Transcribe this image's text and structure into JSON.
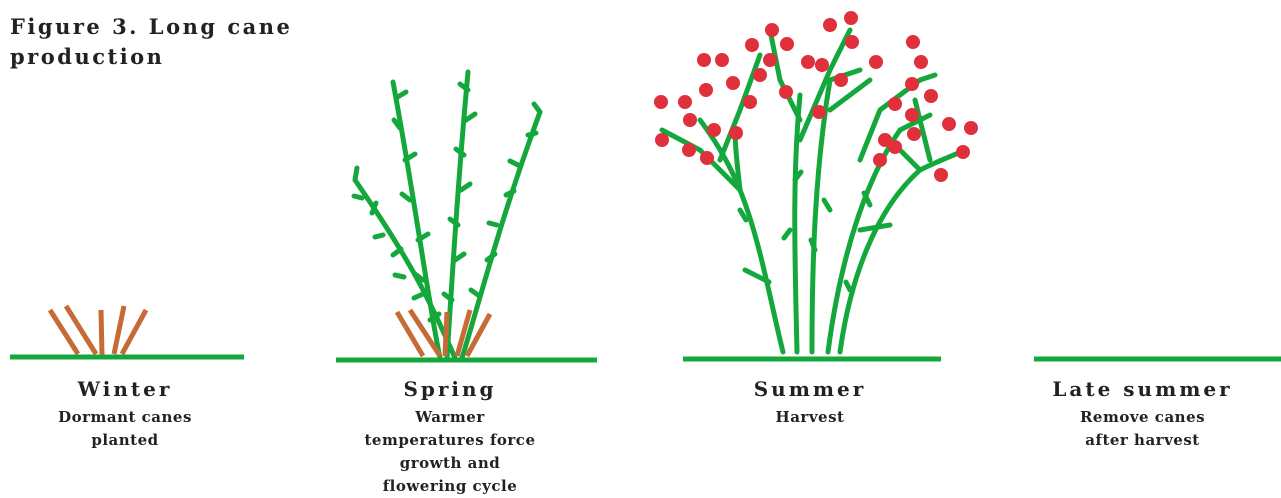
{
  "figure": {
    "title": "Figure 3. Long cane production"
  },
  "colors": {
    "cane_green": "#14a83c",
    "dormant_cane_brown": "#c66a36",
    "berry_red": "#e0303c"
  },
  "stages": [
    {
      "name": "Winter",
      "description": "Dormant canes planted"
    },
    {
      "name": "Spring",
      "description": "Warmer temperatures force growth and flowering cycle"
    },
    {
      "name": "Summer",
      "description": "Harvest"
    },
    {
      "name": "Late summer",
      "description": "Remove canes after harvest"
    }
  ]
}
